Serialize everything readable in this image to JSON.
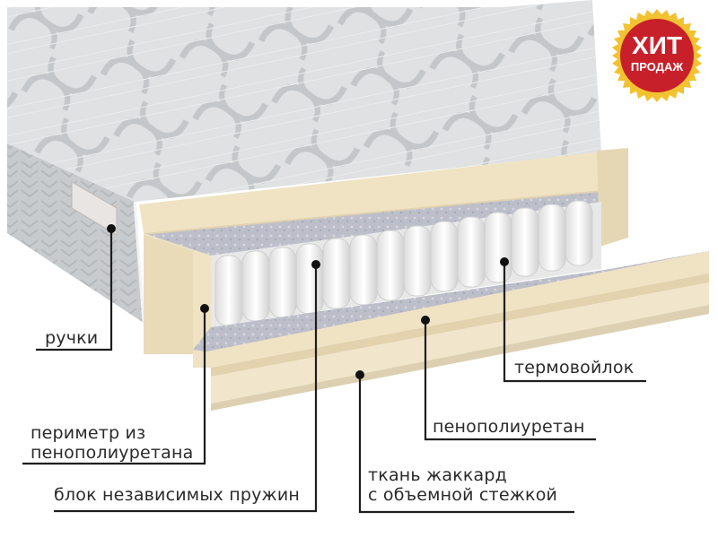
{
  "badge": {
    "line1": "ХИТ",
    "line2": "ПРОДАЖ",
    "fill": "#c8202a",
    "ring": "#f2c230"
  },
  "labels": {
    "handles": "ручки",
    "perimeter_line1": "периметр из",
    "perimeter_line2": "пенополиуретана",
    "spring_block": "блок независимых пружин",
    "felt": "термовойлок",
    "foam": "пенополиуретан",
    "fabric_line1": "ткань жаккард",
    "fabric_line2": "с объемной стежкой"
  },
  "colors": {
    "foam": "#efe3c4",
    "foam_shade": "#e2d2ad",
    "felt": "#b9bcc6",
    "cover": "#d9dbdc",
    "cover_side": "#c6c9cb",
    "springs": "#f7f7f7",
    "leader": "#1e1e1e"
  },
  "spring_count": 15
}
